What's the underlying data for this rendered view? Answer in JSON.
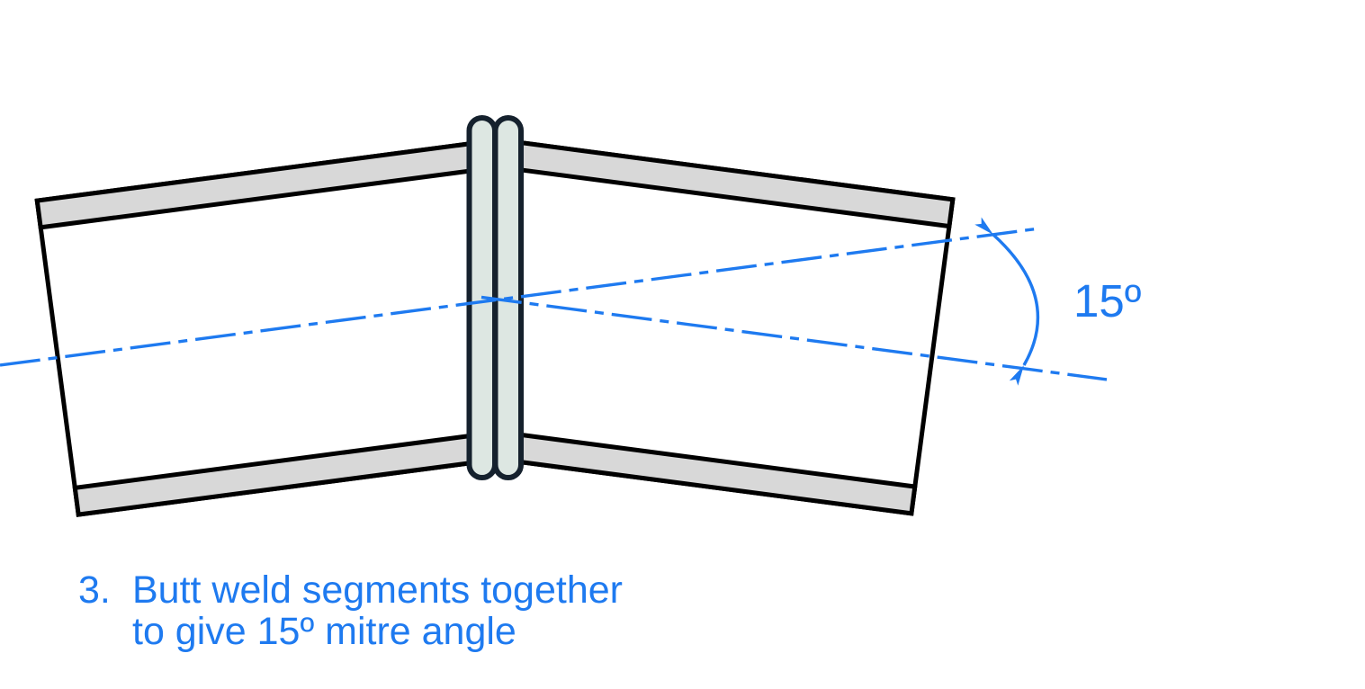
{
  "diagram": {
    "angle_label": "15º",
    "mitre_angle_degrees": 15,
    "colors": {
      "accent_blue": "#1e7af0",
      "pipe_wall_gray": "#d8d8d8",
      "pipe_body_white": "#ffffff",
      "outline_black": "#000000",
      "weld_fill": "#dde7e2",
      "weld_outline": "#15212d",
      "background": "#ffffff"
    }
  },
  "caption": {
    "number": "3.",
    "line1": "Butt weld segments together",
    "line2": "to give 15º mitre angle"
  }
}
